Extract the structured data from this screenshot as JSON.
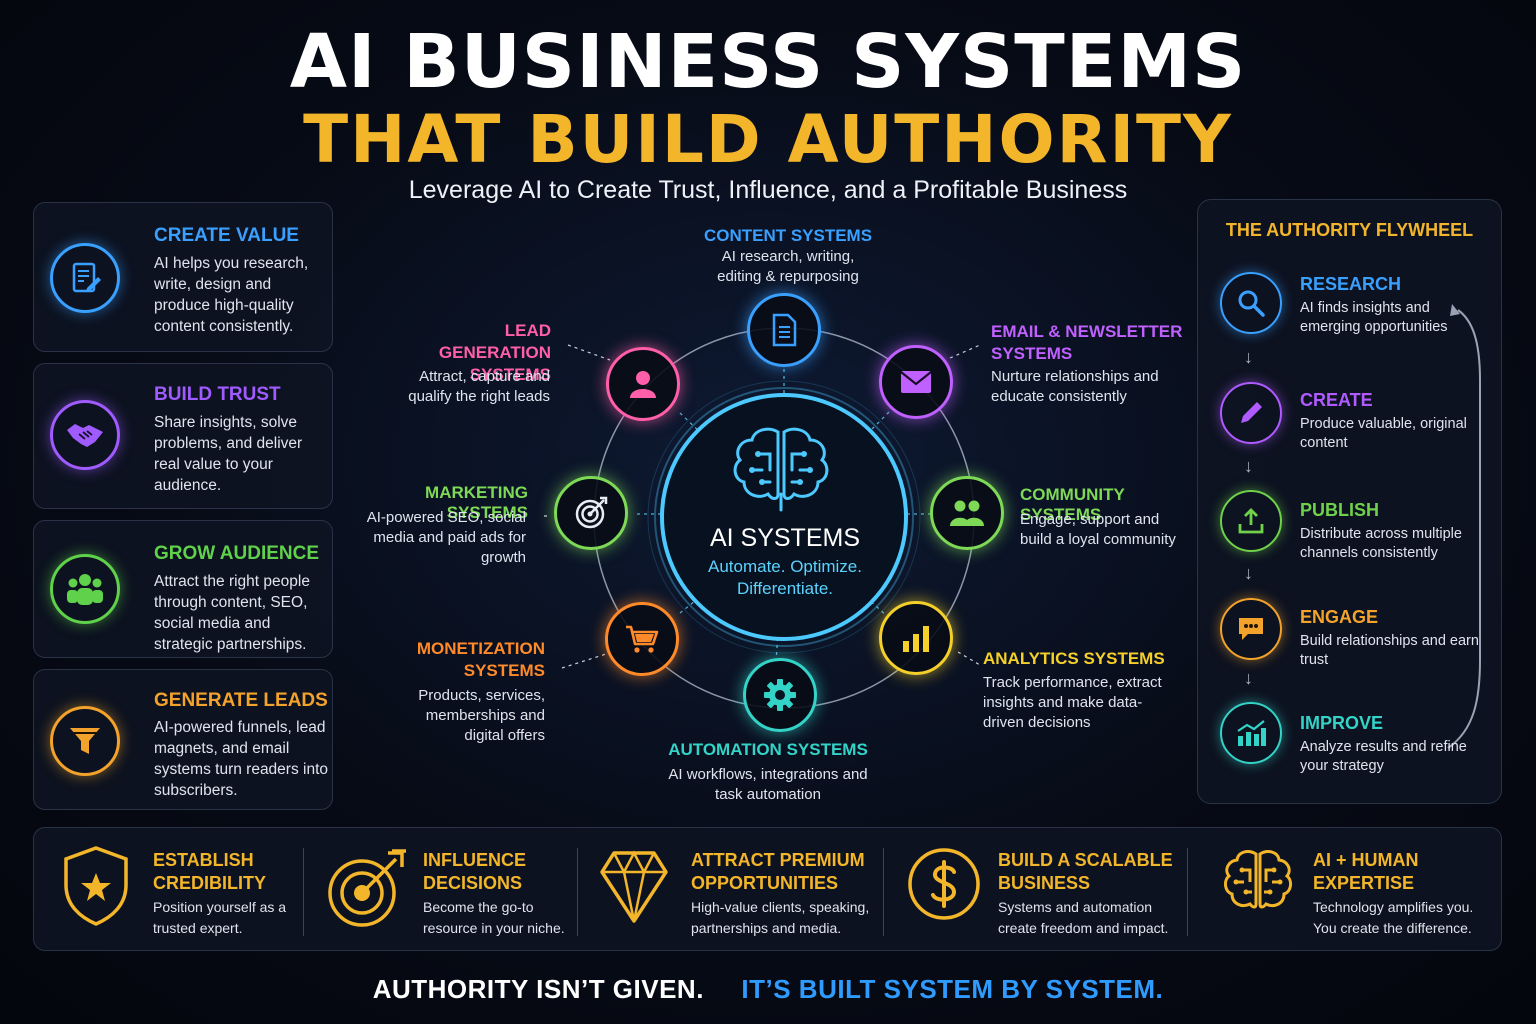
{
  "header": {
    "title_line1": "AI BUSINESS SYSTEMS",
    "title_line2": "THAT BUILD AUTHORITY",
    "subtitle": "Leverage AI to Create Trust, Influence, and a Profitable Business"
  },
  "benefits": [
    {
      "title": "CREATE VALUE",
      "text": "AI helps you research, write, design and produce high-quality content consistently.",
      "icon": "document-edit-icon",
      "color": "#3aa0ff"
    },
    {
      "title": "BUILD TRUST",
      "text": "Share insights, solve problems, and deliver real value to your audience.",
      "icon": "handshake-icon",
      "color": "#a05bff"
    },
    {
      "title": "GROW AUDIENCE",
      "text": "Attract the right people through content, SEO, social media and strategic partnerships.",
      "icon": "people-icon",
      "color": "#5fd14a"
    },
    {
      "title": "GENERATE LEADS",
      "text": "AI-powered funnels, lead magnets, and email systems turn readers into subscribers.",
      "icon": "funnel-icon",
      "color": "#f3a32b"
    }
  ],
  "hub": {
    "title": "AI SYSTEMS",
    "tagline_line1": "Automate. Optimize.",
    "tagline_line2": "Differentiate.",
    "icon": "brain-circuit-icon"
  },
  "systems": [
    {
      "title": "CONTENT SYSTEMS",
      "text": "AI research, writing, editing & repurposing",
      "icon": "document-icon",
      "color": "#3aa0ff"
    },
    {
      "title": "EMAIL & NEWSLETTER SYSTEMS",
      "text": "Nurture relationships and educate consistently",
      "icon": "envelope-icon",
      "color": "#c060ff"
    },
    {
      "title": "COMMUNITY SYSTEMS",
      "text": "Engage, support and build a loyal community",
      "icon": "community-icon",
      "color": "#7ed957"
    },
    {
      "title": "ANALYTICS SYSTEMS",
      "text": "Track performance, extract insights and make data-driven decisions",
      "icon": "bar-chart-icon",
      "color": "#f5d02a"
    },
    {
      "title": "AUTOMATION SYSTEMS",
      "text": "AI workflows, integrations and task automation",
      "icon": "gear-icon",
      "color": "#34d3c7"
    },
    {
      "title": "MONETIZATION SYSTEMS",
      "text": "Products, services, memberships and digital offers",
      "icon": "cart-icon",
      "color": "#ff8a2a"
    },
    {
      "title": "MARKETING SYSTEMS",
      "text": "AI-powered SEO, social media and paid ads for growth",
      "icon": "target-icon",
      "color": "#7ed957"
    },
    {
      "title": "LEAD GENERATION SYSTEMS",
      "text": "Attract, capture and qualify the right leads",
      "icon": "user-icon",
      "color": "#ff5fa8"
    }
  ],
  "flywheel": {
    "title": "THE AUTHORITY FLYWHEEL",
    "steps": [
      {
        "title": "RESEARCH",
        "text": "AI finds insights and emerging opportunities",
        "icon": "magnifier-icon",
        "color": "#3aa0ff"
      },
      {
        "title": "CREATE",
        "text": "Produce valuable, original content",
        "icon": "pencil-icon",
        "color": "#b05bff"
      },
      {
        "title": "PUBLISH",
        "text": "Distribute across multiple channels consistently",
        "icon": "upload-icon",
        "color": "#6fd24a"
      },
      {
        "title": "ENGAGE",
        "text": "Build relationships and earn trust",
        "icon": "chat-icon",
        "color": "#f3a32b"
      },
      {
        "title": "IMPROVE",
        "text": "Analyze results and refine your strategy",
        "icon": "growth-chart-icon",
        "color": "#34d3c7"
      }
    ]
  },
  "outcomes": [
    {
      "title_line1": "ESTABLISH",
      "title_line2": "CREDIBILITY",
      "text_line1": "Position yourself as a",
      "text_line2": "trusted expert.",
      "icon": "shield-star-icon"
    },
    {
      "title_line1": "INFLUENCE",
      "title_line2": "DECISIONS",
      "text_line1": "Become the go-to",
      "text_line2": "resource in your niche.",
      "icon": "target-arrow-icon"
    },
    {
      "title_line1": "ATTRACT PREMIUM",
      "title_line2": "OPPORTUNITIES",
      "text_line1": "High-value clients, speaking,",
      "text_line2": "partnerships and media.",
      "icon": "diamond-icon"
    },
    {
      "title_line1": "BUILD A SCALABLE",
      "title_line2": "BUSINESS",
      "text_line1": "Systems and automation",
      "text_line2": "create freedom and impact.",
      "icon": "dollar-icon"
    },
    {
      "title_line1": "AI + HUMAN",
      "title_line2": "EXPERTISE",
      "text_line1": "Technology amplifies you.",
      "text_line2": "You create the difference.",
      "icon": "brain-icon"
    }
  ],
  "footer": {
    "part1": "AUTHORITY ISN’T GIVEN.",
    "part2": "IT’S BUILT SYSTEM BY SYSTEM.",
    "color1": "#ffffff",
    "color2": "#2f9bff"
  },
  "colors": {
    "accent": "#f3b62b",
    "hub": "#4cc9ff"
  }
}
